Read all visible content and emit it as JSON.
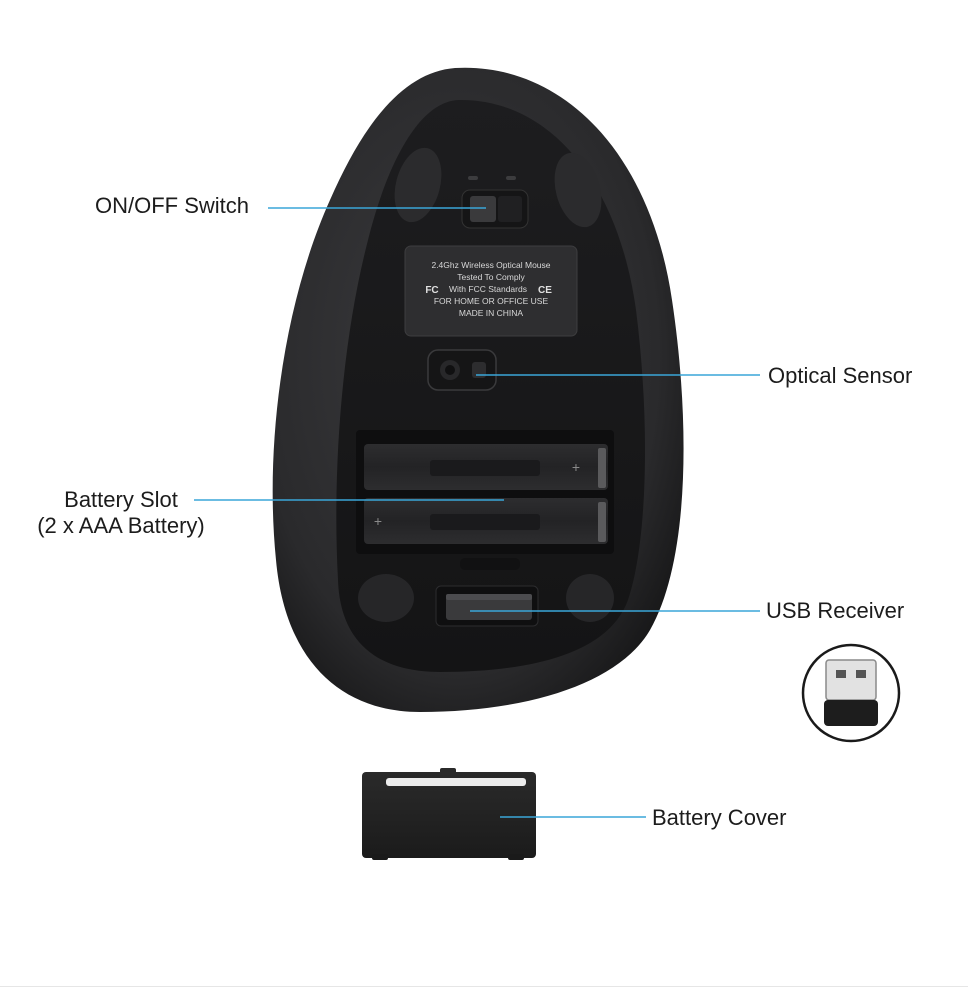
{
  "callouts": {
    "on_off_switch": "ON/OFF Switch",
    "optical_sensor": "Optical Sensor",
    "battery_slot_line1": "Battery Slot",
    "battery_slot_line2": "(2 x AAA Battery)",
    "usb_receiver": "USB Receiver",
    "battery_cover": "Battery Cover"
  },
  "compliance_label": {
    "line1": "2.4Ghz Wireless Optical Mouse",
    "line2": "Tested To Comply",
    "fc_mark": "FC",
    "line3": "With FCC Standards",
    "ce_mark": "CE",
    "line4": "FOR HOME OR OFFICE USE",
    "line5": "MADE IN CHINA"
  },
  "colors": {
    "leader_line": "#3aa6d8",
    "label_text": "#1c1c1c",
    "mouse_body": "#2a2a2c",
    "mouse_base": "#1e1e20"
  }
}
